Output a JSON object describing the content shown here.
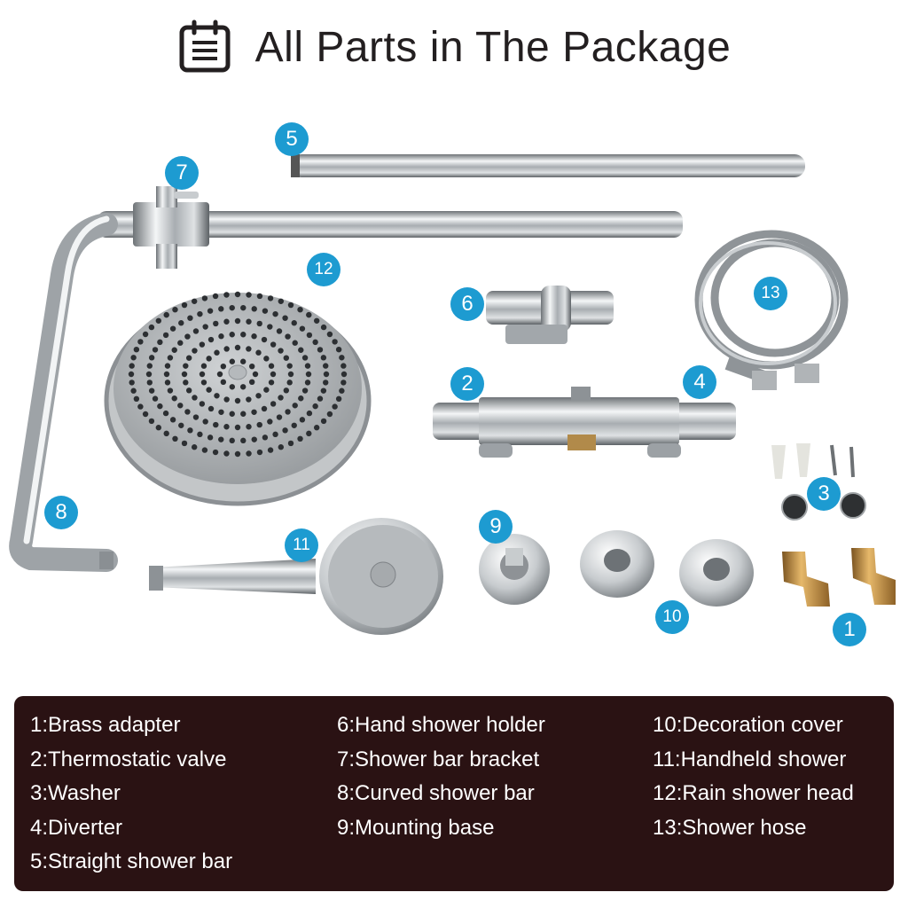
{
  "header": {
    "title": "All Parts in The Package",
    "icon": "checklist-icon"
  },
  "colors": {
    "badge": "#1d9bd1",
    "legend_bg": "#2a1213",
    "legend_text": "#ffffff",
    "title_text": "#231f20"
  },
  "badges": [
    "5",
    "7",
    "12",
    "6",
    "13",
    "2",
    "4",
    "3",
    "8",
    "9",
    "11",
    "10",
    "1"
  ],
  "legend": {
    "col1": [
      "1:Brass adapter",
      "2:Thermostatic valve",
      "3:Washer",
      "4:Diverter",
      "5:Straight shower bar"
    ],
    "col2": [
      "6:Hand shower holder",
      "7:Shower bar bracket",
      "8:Curved shower bar",
      "9:Mounting base"
    ],
    "col3": [
      "10:Decoration cover",
      "11:Handheld shower",
      "12:Rain shower head",
      "13:Shower hose"
    ]
  }
}
